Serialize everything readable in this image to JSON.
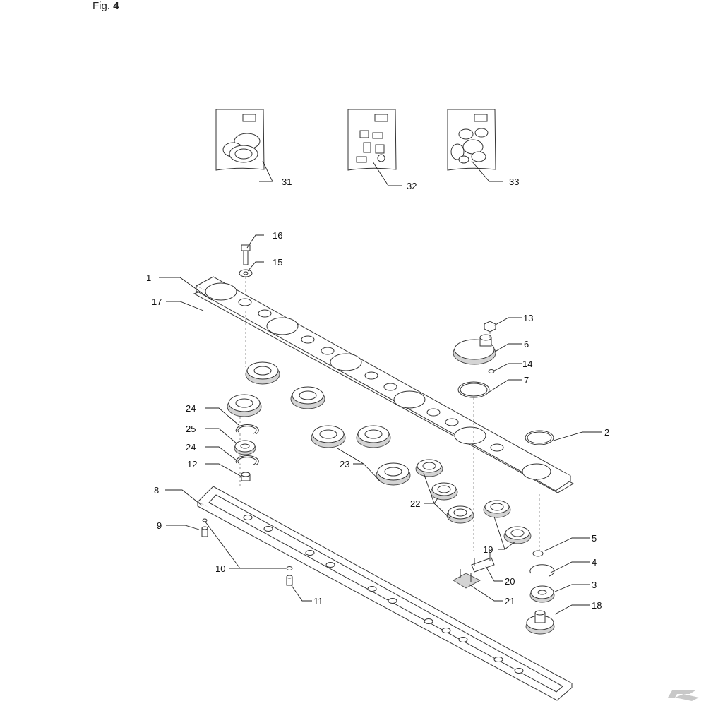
{
  "figure": {
    "prefix": "Fig.",
    "number": "4"
  },
  "callouts": {
    "c1": "1",
    "c2": "2",
    "c3": "3",
    "c4": "4",
    "c5": "5",
    "c6": "6",
    "c7": "7",
    "c8": "8",
    "c9": "9",
    "c10": "10",
    "c11": "11",
    "c12": "12",
    "c13": "13",
    "c14": "14",
    "c15": "15",
    "c16": "16",
    "c17": "17",
    "c18": "18",
    "c19": "19",
    "c20": "20",
    "c21": "21",
    "c22": "22",
    "c23": "23",
    "c24a": "24",
    "c24b": "24",
    "c25": "25",
    "c31": "31",
    "c32": "32",
    "c33": "33"
  },
  "colors": {
    "line": "#333333",
    "shade": "#d4d4d4",
    "watermark": "#c8c8c8"
  },
  "icons": {
    "watermark": "brand-k-logo"
  }
}
